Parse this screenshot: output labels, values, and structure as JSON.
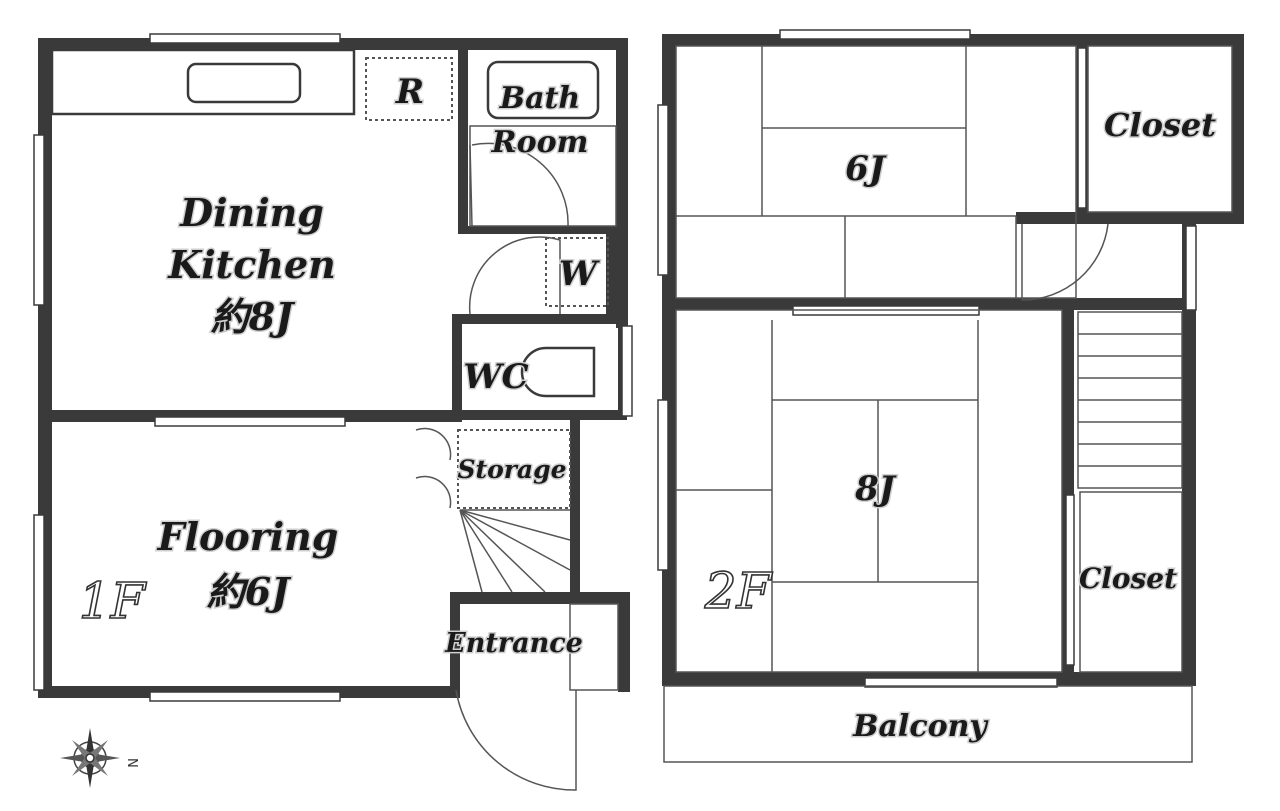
{
  "first_floor": {
    "floor_label": "1F",
    "rooms": {
      "refrigerator": "R",
      "bath_line1": "Bath",
      "bath_line2": "Room",
      "dining_line1": "Dining",
      "dining_line2": "Kitchen",
      "dining_size": "約8J",
      "washer": "W",
      "wc": "WC",
      "storage": "Storage",
      "flooring": "Flooring",
      "flooring_size": "約6J",
      "entrance": "Entrance"
    }
  },
  "second_floor": {
    "floor_label": "2F",
    "rooms": {
      "room_6j": "6J",
      "closet_top": "Closet",
      "room_8j": "8J",
      "closet_bottom": "Closet",
      "balcony": "Balcony"
    }
  },
  "compass": {
    "icon": "compass-rose-icon",
    "north_label": "N"
  },
  "colors": {
    "wall": "#3a3a3a",
    "background": "#ffffff",
    "text": "#1a1a1a"
  }
}
